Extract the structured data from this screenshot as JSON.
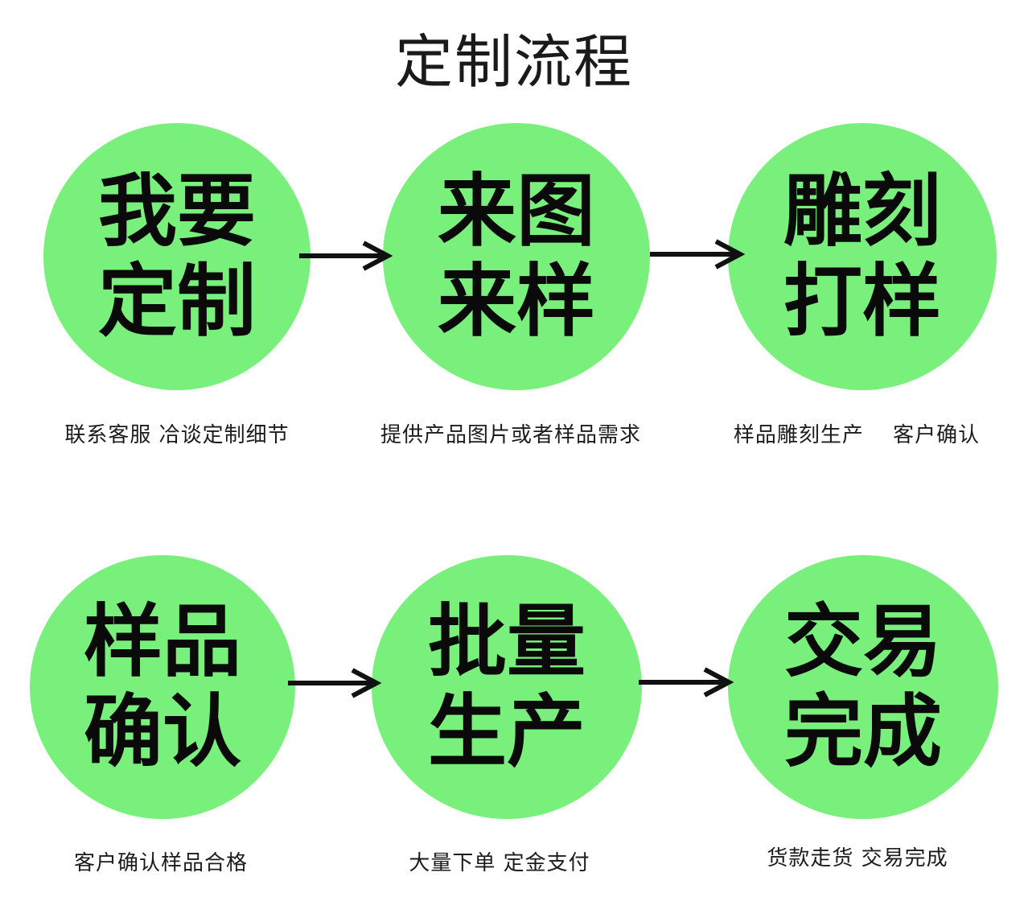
{
  "title": "定制流程",
  "colors": {
    "circle": "#78f07b",
    "arrow": "#111111"
  },
  "steps": [
    {
      "label": "我要定制",
      "caption": "联系客服 冾谈定制细节"
    },
    {
      "label": "来图来样",
      "caption": "提供产品图片或者样品需求"
    },
    {
      "label": "雕刻打样",
      "caption": "样品雕刻生产　 客户确认"
    },
    {
      "label": "样品确认",
      "caption": "客户确认样品合格"
    },
    {
      "label": "批量生产",
      "caption": "大量下单 定金支付"
    },
    {
      "label": "交易完成",
      "caption": "货款走货 交易完成"
    }
  ]
}
